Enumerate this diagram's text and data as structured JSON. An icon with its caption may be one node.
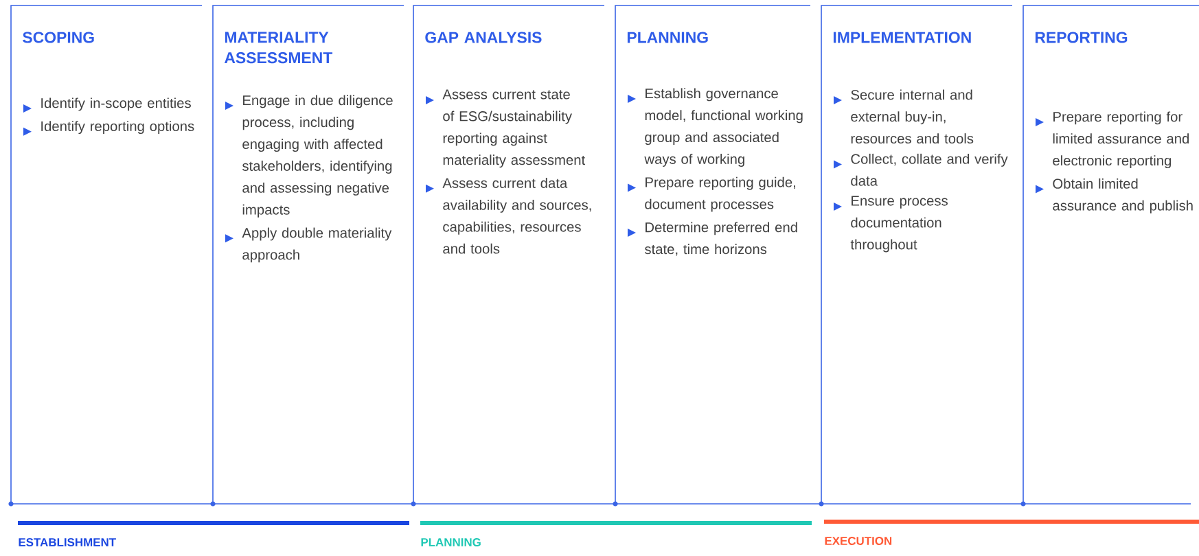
{
  "diagram": {
    "nodes": [
      {
        "text": [
          "SCOPING",
          "Identify in-scope entities",
          "Identify reporting options"
        ]
      },
      {
        "text": [
          "MATERIALITY ASSESSMENT",
          "Engage in due diligence process, including engaging with affected stakeholders, identifying and assessing negative impacts",
          "Apply double materiality approach"
        ]
      },
      {
        "text": [
          "GAP ANALYSIS",
          "Assess current state of ESG/sustainability reporting against materiality assessment",
          "Assess current data availability and sources, capabilities, resources and tools"
        ]
      },
      {
        "text": [
          "PLANNING",
          "Establish governance model, functional working group and associated ways of working",
          "Prepare reporting guide, document processes",
          "Determine preferred end state, time horizons"
        ]
      },
      {
        "text": [
          "IMPLEMENTATION",
          "Secure internal and external buy-in, resources and tools",
          "Collect, collate and verify data",
          "Ensure process documentation throughout"
        ]
      },
      {
        "text": [
          "REPORTING",
          "Prepare reporting for limited assurance and electronic reporting",
          "Obtain limited assurance and publish"
        ]
      }
    ],
    "labels": [
      "ESTABLISHMENT",
      "PLANNING",
      "EXECUTION"
    ]
  }
}
